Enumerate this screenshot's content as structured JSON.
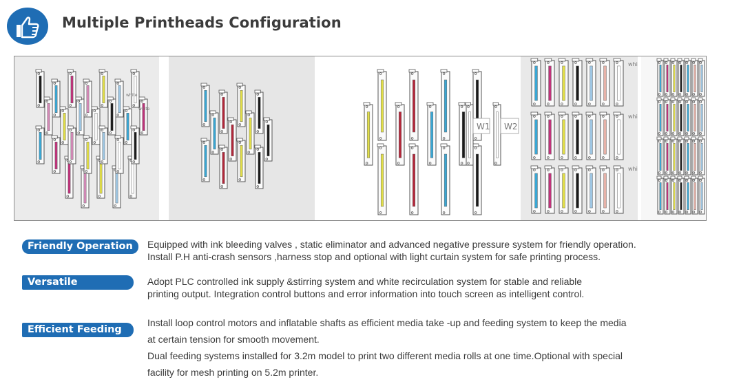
{
  "header": {
    "title": "Multiple Printheads Configuration",
    "icon": "thumbs-up-icon",
    "accent": "#1f6db4"
  },
  "diagram": {
    "panel1_labels": [
      "white",
      "white"
    ],
    "panel3_labels": [
      "W1",
      "W2"
    ],
    "panel4_labels": [
      "white",
      "white",
      "white"
    ],
    "ink_colors": {
      "cyan": "#3aa7d4",
      "magenta": "#c0327a",
      "yellow": "#e2df48",
      "black": "#1a1a1a",
      "red": "#b3273a",
      "pink": "#e7b2a8",
      "light_blue": "#9fc7e4",
      "light_magenta": "#d68ab8",
      "white": "#ffffff"
    }
  },
  "features": [
    {
      "tag": "Friendly Operation",
      "lines": [
        "Equipped with ink bleeding valves , static eliminator and advanced negative pressure system for friendly operation.",
        "Install P.H anti-crash sensors ,harness stop and optional with light curtain system for safe printing process."
      ]
    },
    {
      "tag": "Versatile",
      "lines": [
        "Adopt PLC controlled ink supply &stirring system and white recirculation system for stable and reliable",
        "printing output. Integration control buttons and error information into touch screen as intelligent control."
      ]
    },
    {
      "tag": "Efficient Feeding",
      "lines": [
        "Install loop control motors and inflatable shafts as efficient media take -up and feeding system to keep the media",
        "at certain tension for smooth movement.",
        "Dual feeding systems installed for 3.2m model to print two different media rolls at one time.Optional with special",
        "facility for mesh printing on 5.2m printer."
      ]
    }
  ]
}
